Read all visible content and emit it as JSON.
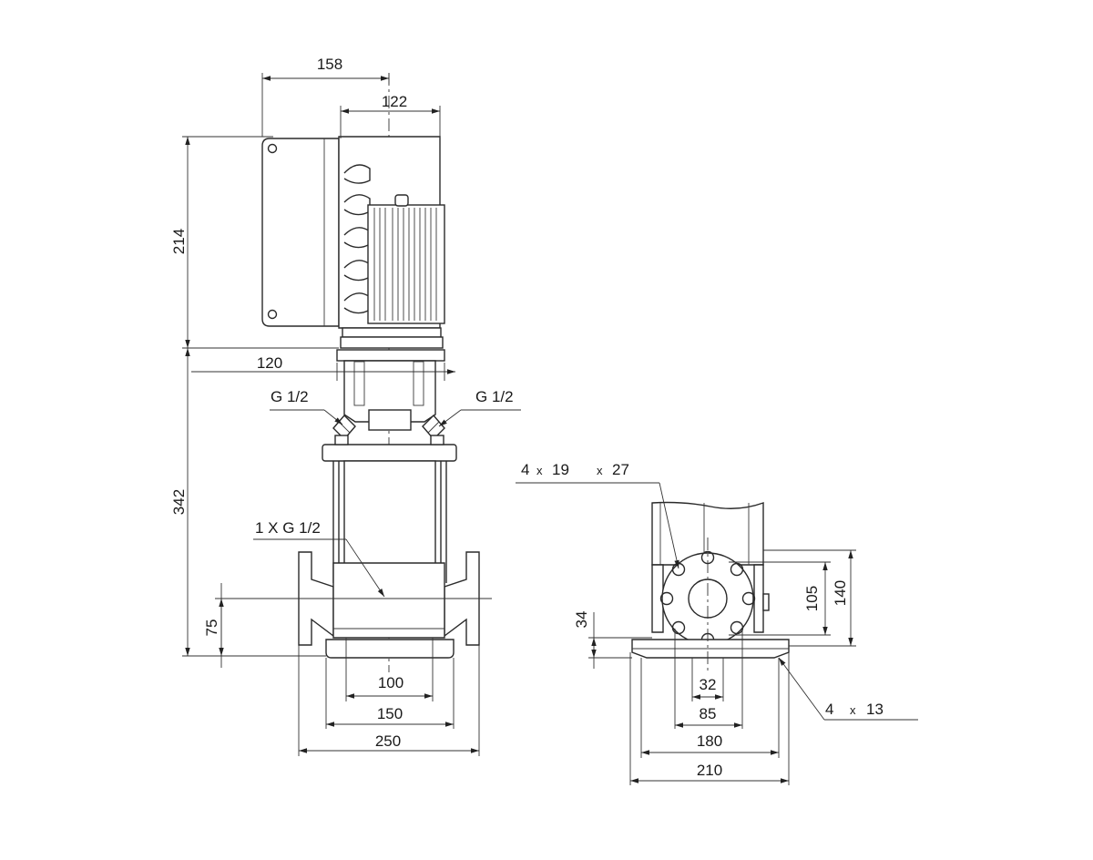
{
  "front_view": {
    "dim_motor_offset": "158",
    "dim_motor_width": "122",
    "dim_motor_height": "214",
    "dim_base_offset": "120",
    "dim_pump_height": "342",
    "dim_inlet_height": "75",
    "dim_anchor_spacing": "100",
    "dim_base_inner": "150",
    "dim_flange_span": "250",
    "label_vent_left": "G 1/2",
    "label_vent_right": "G 1/2",
    "label_drain": "1 X G 1/2"
  },
  "side_view": {
    "label_flange_holes_count": "4",
    "label_flange_holes_x1": "x",
    "label_flange_holes_dia": "19",
    "label_flange_holes_x2": "x",
    "label_flange_holes_size": "27",
    "dim_flange_offset": "105",
    "dim_flange_height": "140",
    "dim_base_height": "34",
    "dim_bore": "32",
    "dim_bolt_circle": "85",
    "dim_hole_spacing": "180",
    "dim_base_width": "210",
    "label_base_holes_count": "4",
    "label_base_holes_x": "x",
    "label_base_holes_dia": "13"
  }
}
